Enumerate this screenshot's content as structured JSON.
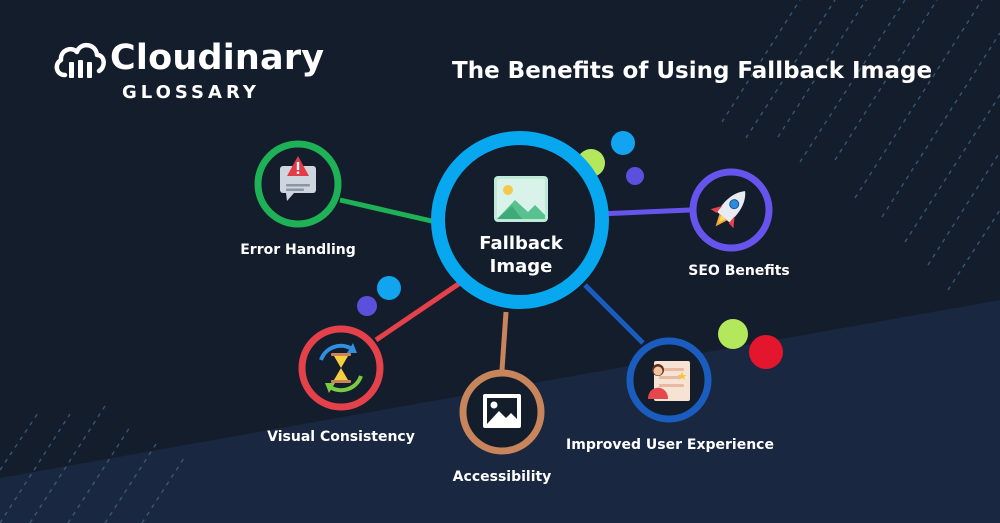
{
  "brand": {
    "name": "Cloudinary",
    "subtitle": "GLOSSARY"
  },
  "title": "The Benefits of Using Fallback Image",
  "center": {
    "line1": "Fallback",
    "line2": "Image",
    "color": "#08a8f0"
  },
  "nodes": [
    {
      "label": "Error Handling",
      "color": "#1fb155",
      "icon": "warning-message-icon"
    },
    {
      "label": "SEO Benefits",
      "color": "#6754ec",
      "icon": "rocket-icon"
    },
    {
      "label": "Visual Consistency",
      "color": "#e5414a",
      "icon": "hourglass-refresh-icon"
    },
    {
      "label": "Accessibility",
      "color": "#c8845a",
      "icon": "image-icon"
    },
    {
      "label": "Improved User Experience",
      "color": "#1a5dbf",
      "icon": "user-review-icon"
    }
  ],
  "colors": {
    "background": "#131d2c",
    "lime": "#b4e85c",
    "sky": "#12a4f0",
    "violet": "#5a50dc",
    "red": "#e3162e"
  }
}
